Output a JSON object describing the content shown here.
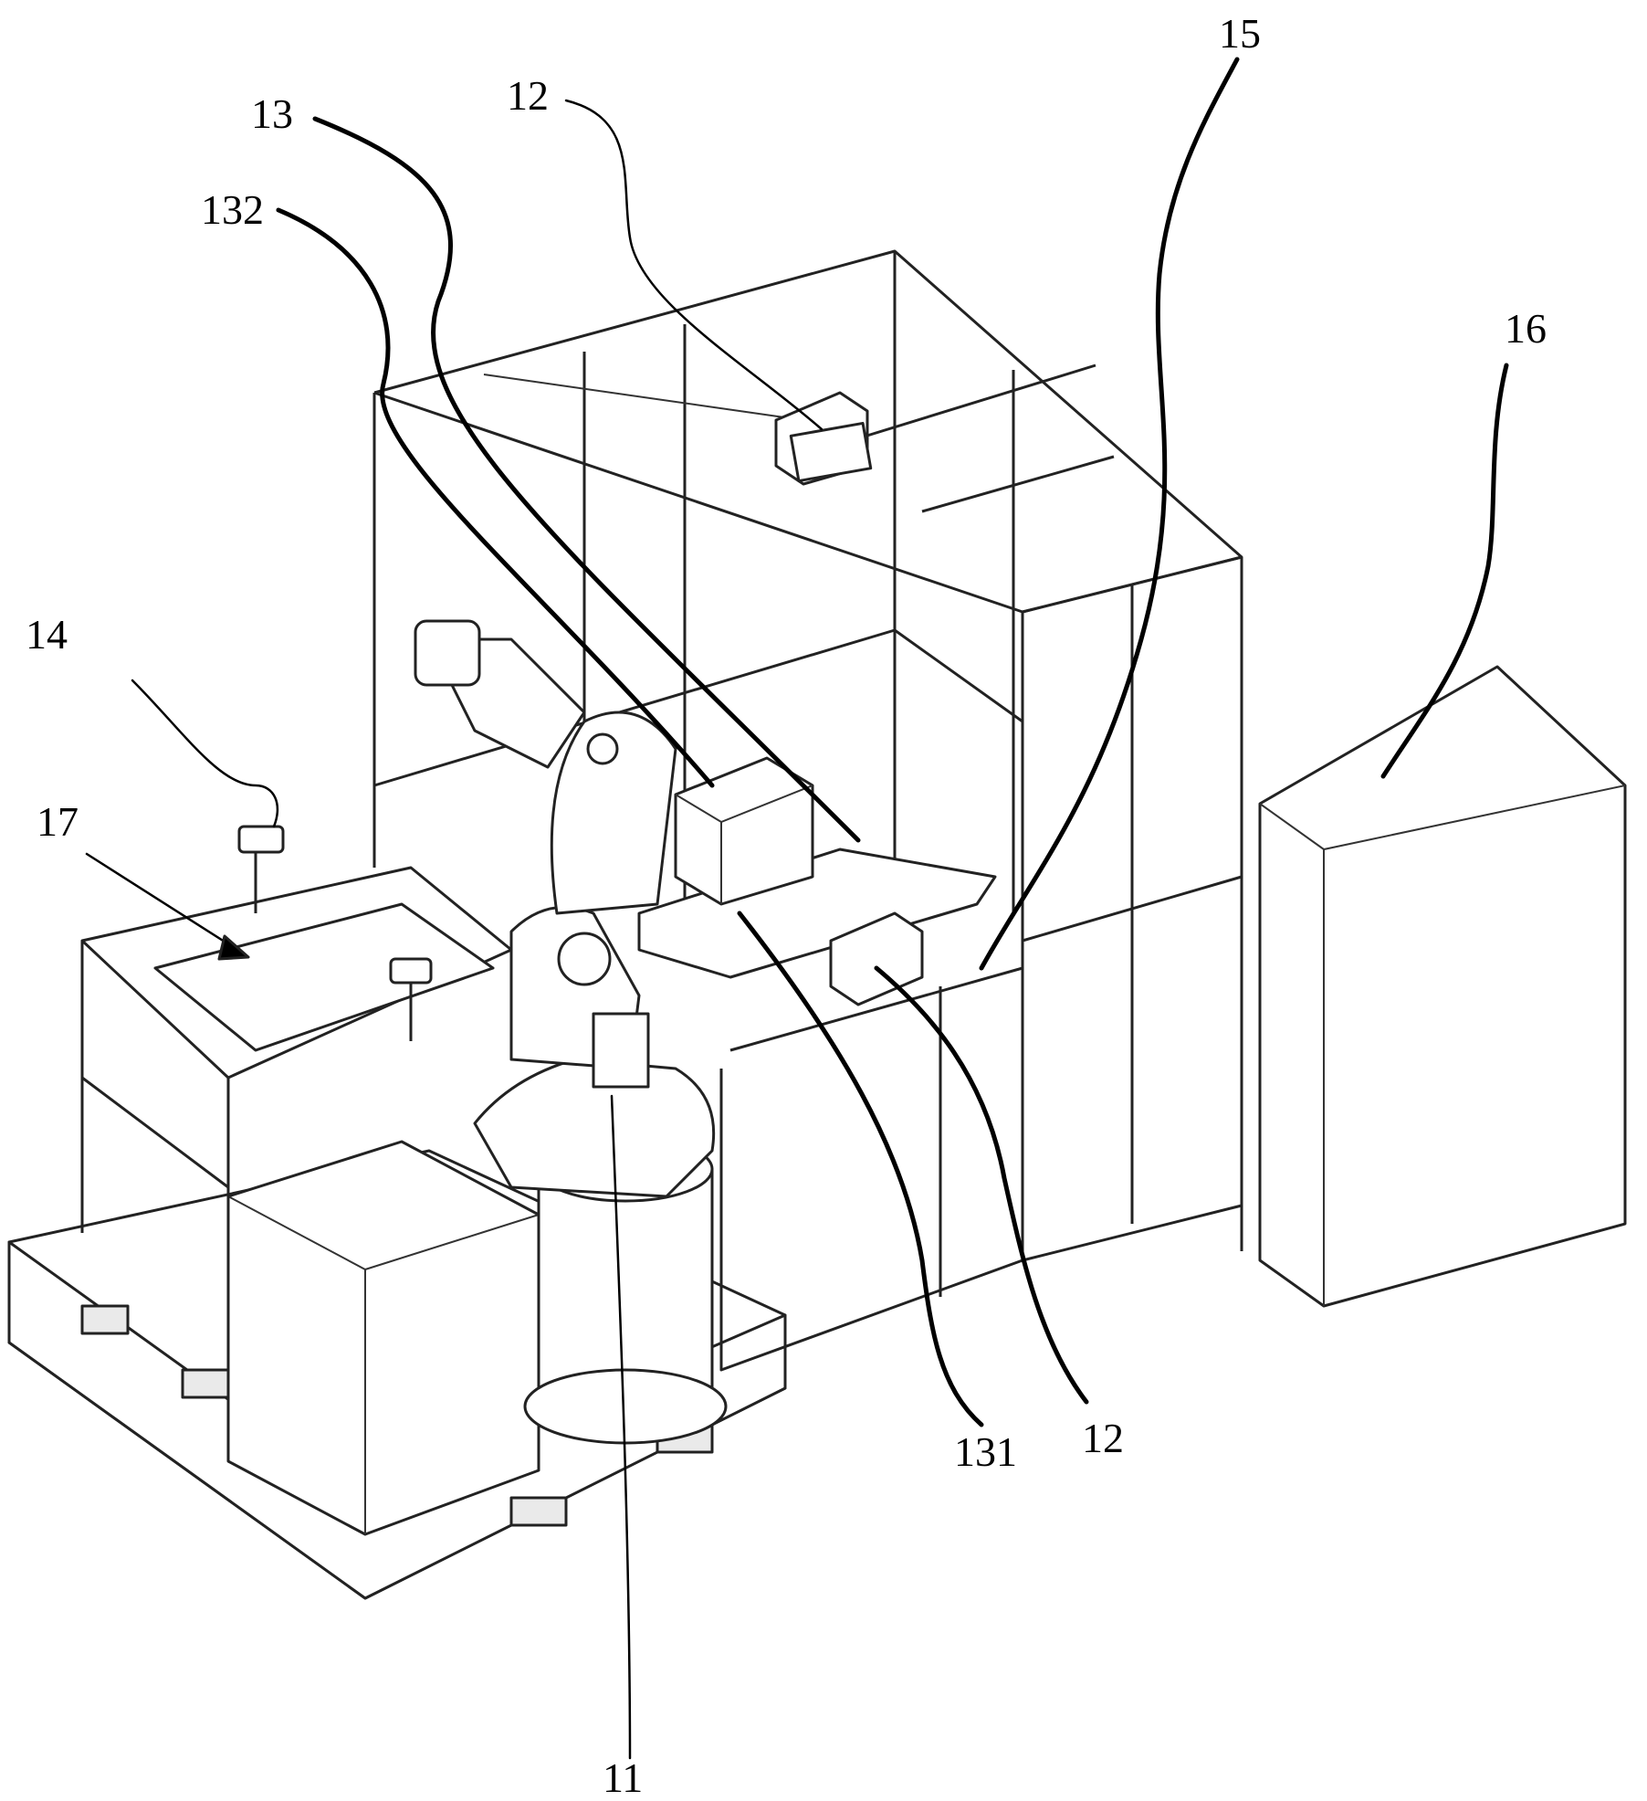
{
  "figure": {
    "labels": [
      {
        "id": "label-13",
        "text": "13"
      },
      {
        "id": "label-12-top",
        "text": "12"
      },
      {
        "id": "label-15",
        "text": "15"
      },
      {
        "id": "label-132",
        "text": "132"
      },
      {
        "id": "label-16",
        "text": "16"
      },
      {
        "id": "label-14",
        "text": "14"
      },
      {
        "id": "label-17",
        "text": "17"
      },
      {
        "id": "label-131",
        "text": "131"
      },
      {
        "id": "label-12-bottom",
        "text": "12"
      },
      {
        "id": "label-11",
        "text": "11"
      }
    ]
  }
}
